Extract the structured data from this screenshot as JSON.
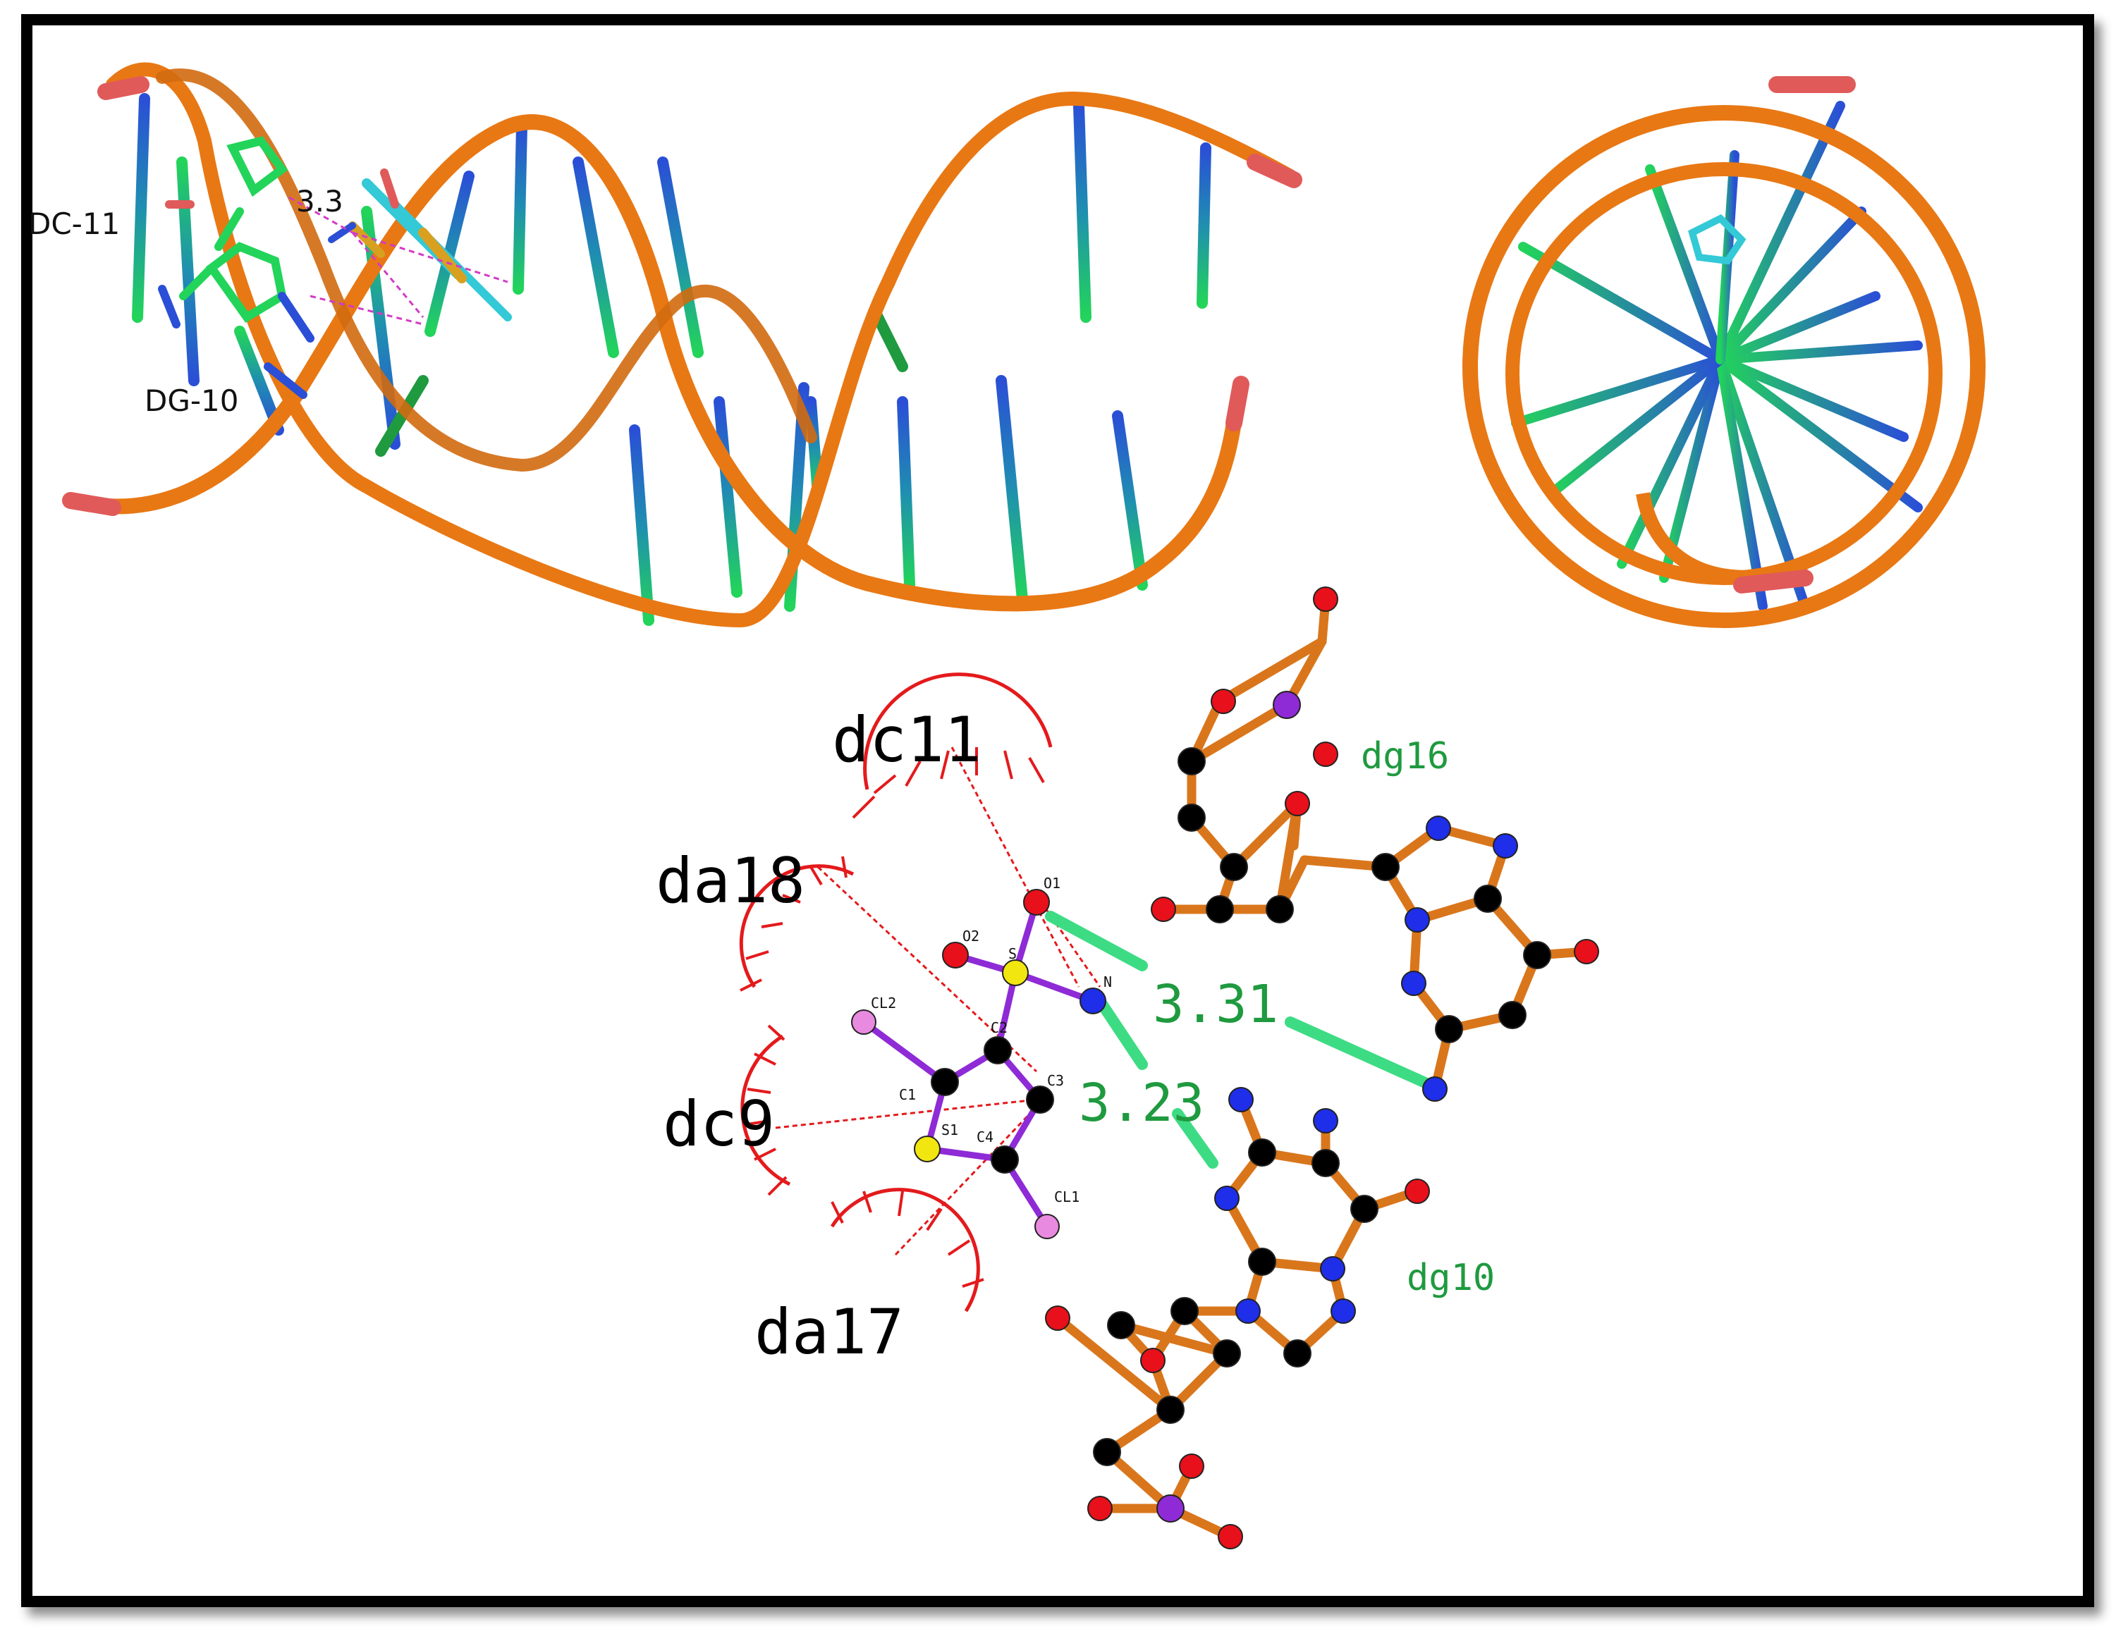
{
  "figure": {
    "top_left_panel": {
      "residue_labels": [
        "DC-11",
        "DG-10"
      ],
      "distance_label": "3.3"
    },
    "bottom_panel": {
      "hydrophobic_contacts": [
        "dc11",
        "da18",
        "dc9",
        "da17"
      ],
      "residues": [
        "dg16",
        "dg10"
      ],
      "hbond_distances": [
        "3.31",
        "3.23"
      ],
      "ligand_atoms": [
        "O1",
        "O2",
        "S",
        "N",
        "CL2",
        "C2",
        "C3",
        "C1",
        "S1",
        "C4",
        "CL1"
      ]
    },
    "colors": {
      "backbone": "#e87814",
      "backbone_end": "#e05a5a",
      "base_green": "#22d45a",
      "base_blue": "#2a4fd6",
      "hbond": "#3ddc84",
      "hydrophobic": "#e41a1c",
      "ligand_bond": "#8e2bd6",
      "residue_bond": "#d9761c"
    }
  }
}
